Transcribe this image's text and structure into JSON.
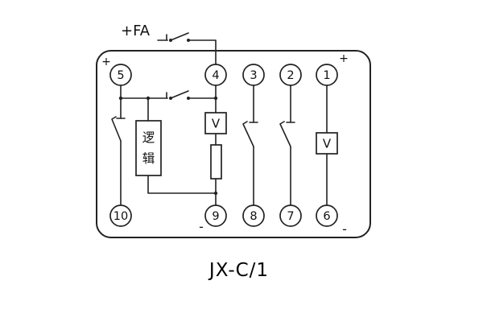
{
  "diagram": {
    "model_label": "JX-C/1",
    "fa_label": "+FA",
    "polarity": {
      "top_left": "+",
      "top_right": "+",
      "bottom_left": "-",
      "bottom_right": "-"
    },
    "logic_box": {
      "text": "逻辑",
      "chars": [
        "逻",
        "辑"
      ]
    },
    "meter_labels": {
      "left": "V",
      "right": "V"
    },
    "terminals": {
      "top": [
        "5",
        "4",
        "3",
        "2",
        "1"
      ],
      "bottom": [
        "10",
        "9",
        "8",
        "7",
        "6"
      ]
    }
  }
}
